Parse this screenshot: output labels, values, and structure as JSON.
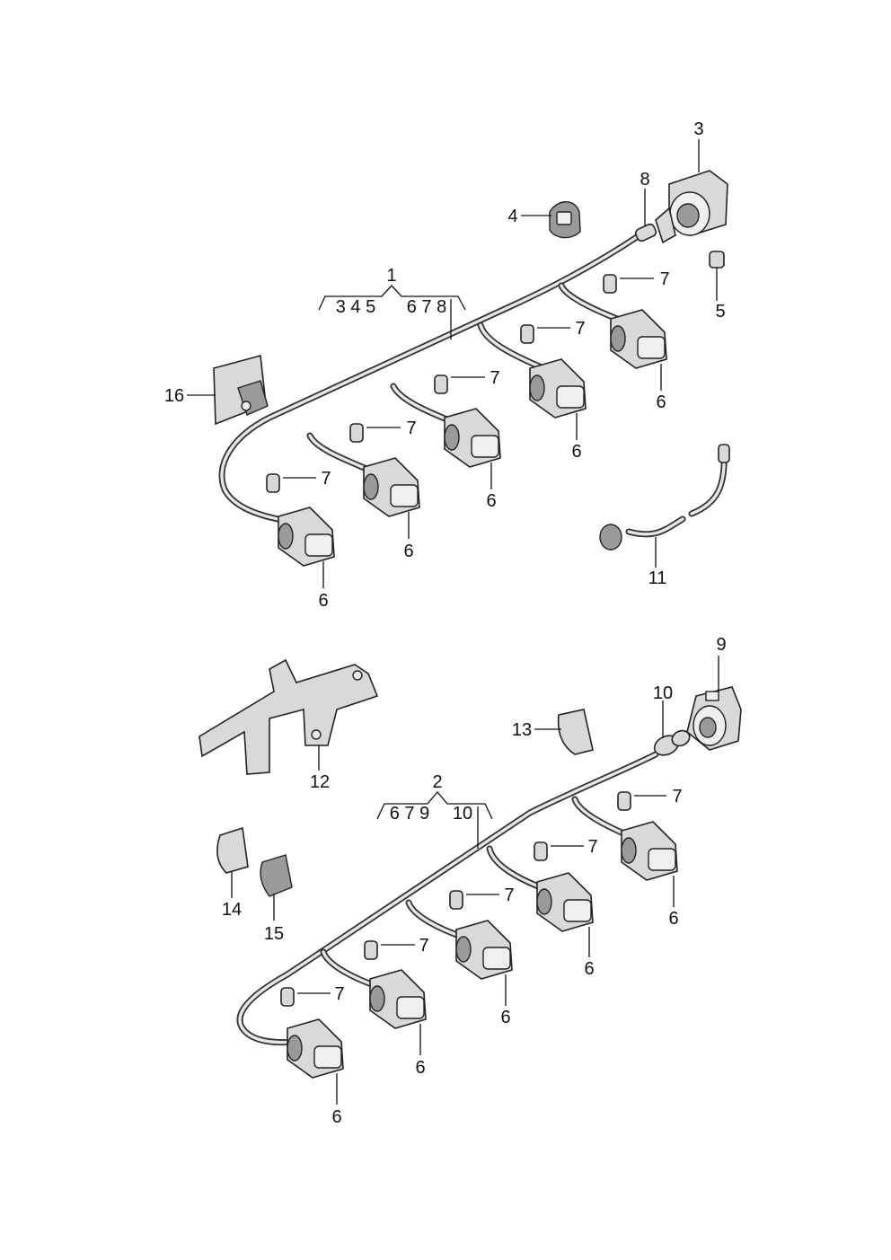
{
  "diagram": {
    "assemblies": [
      {
        "label": "1",
        "subparts": [
          "3 4 5",
          "6 7 8"
        ]
      },
      {
        "label": "2",
        "subparts": [
          "6 7 9",
          "10"
        ]
      }
    ],
    "callouts": [
      "3",
      "4",
      "5",
      "6",
      "7",
      "8",
      "9",
      "10",
      "11",
      "12",
      "13",
      "14",
      "15",
      "16"
    ]
  }
}
